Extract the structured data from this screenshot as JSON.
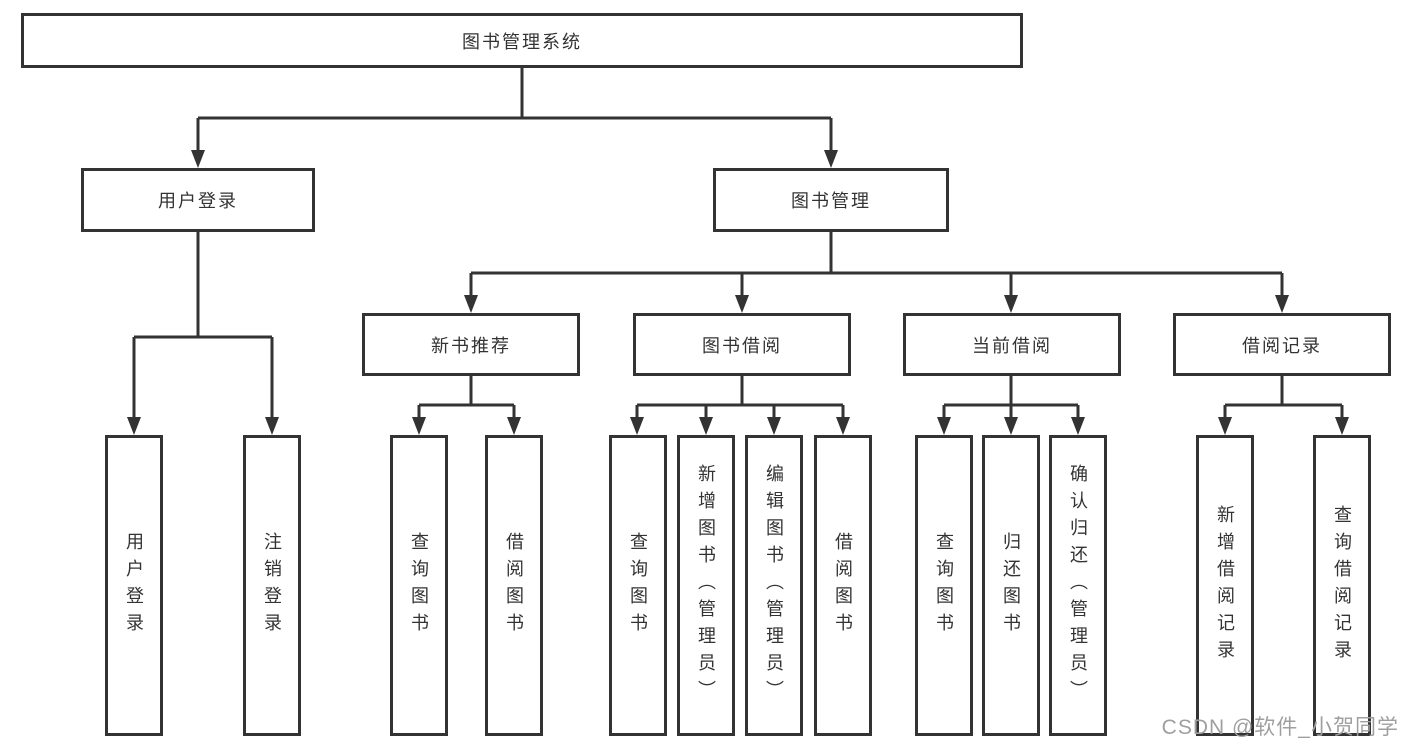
{
  "page": {
    "background": "#ffffff",
    "line_color": "#333333",
    "box_border_color": "#333333",
    "text_color": "#333333",
    "watermark": {
      "text": "CSDN @软件_小贺同学",
      "color": "#9f9f9f"
    }
  },
  "diagram": {
    "type": "hierarchy-tree",
    "root": {
      "label": "图书管理系统"
    },
    "level2": [
      {
        "label": "用户登录"
      },
      {
        "label": "图书管理"
      }
    ],
    "level3": [
      {
        "label": "新书推荐",
        "parent": "图书管理"
      },
      {
        "label": "图书借阅",
        "parent": "图书管理"
      },
      {
        "label": "当前借阅",
        "parent": "图书管理"
      },
      {
        "label": "借阅记录",
        "parent": "图书管理"
      }
    ],
    "leaves": [
      {
        "label": "用户登录",
        "parent": "用户登录"
      },
      {
        "label": "注销登录",
        "parent": "用户登录"
      },
      {
        "label": "查询图书",
        "parent": "新书推荐"
      },
      {
        "label": "借阅图书",
        "parent": "新书推荐"
      },
      {
        "label": "查询图书",
        "parent": "图书借阅"
      },
      {
        "label": "新增图书（管理员）",
        "parent": "图书借阅"
      },
      {
        "label": "编辑图书（管理员）",
        "parent": "图书借阅"
      },
      {
        "label": "借阅图书",
        "parent": "图书借阅"
      },
      {
        "label": "查询图书",
        "parent": "当前借阅"
      },
      {
        "label": "归还图书",
        "parent": "当前借阅"
      },
      {
        "label": "确认归还（管理员）",
        "parent": "当前借阅"
      },
      {
        "label": "新增借阅记录",
        "parent": "借阅记录"
      },
      {
        "label": "查询借阅记录",
        "parent": "借阅记录"
      }
    ]
  }
}
